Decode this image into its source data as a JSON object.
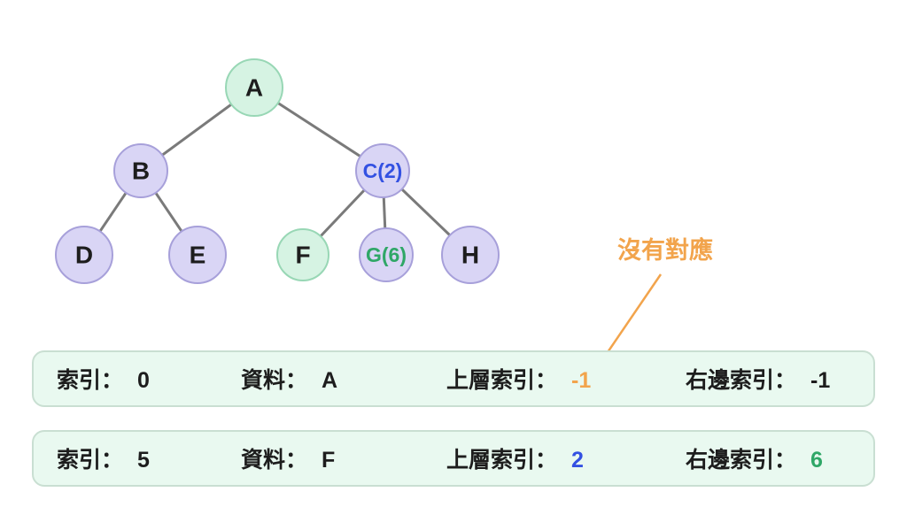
{
  "colors": {
    "edge": "#7a7a7a",
    "green_fill": "#d6f3e3",
    "green_stroke": "#98d7b5",
    "purple_fill": "#d9d5f5",
    "purple_stroke": "#a7a0da",
    "black": "#1d1d1d",
    "blue": "#3351e2",
    "green_text": "#2fa767",
    "orange": "#f2a44c",
    "row_bg": "#e9f9f0",
    "row_border": "#c9dfd2"
  },
  "tree": {
    "nodes": {
      "a": {
        "label": "A"
      },
      "b": {
        "label": "B"
      },
      "c": {
        "label": "C(2)"
      },
      "d": {
        "label": "D"
      },
      "e": {
        "label": "E"
      },
      "f": {
        "label": "F"
      },
      "g": {
        "label": "G(6)"
      },
      "h": {
        "label": "H"
      }
    }
  },
  "annotation": {
    "label": "沒有對應"
  },
  "rows": [
    {
      "index_label": "索引：",
      "index_value": "0",
      "data_label": "資料：",
      "data_value": "A",
      "parent_label": "上層索引：",
      "parent_value": "-1",
      "right_label": "右邊索引：",
      "right_value": "-1"
    },
    {
      "index_label": "索引：",
      "index_value": "5",
      "data_label": "資料：",
      "data_value": "F",
      "parent_label": "上層索引：",
      "parent_value": "2",
      "right_label": "右邊索引：",
      "right_value": "6"
    }
  ]
}
